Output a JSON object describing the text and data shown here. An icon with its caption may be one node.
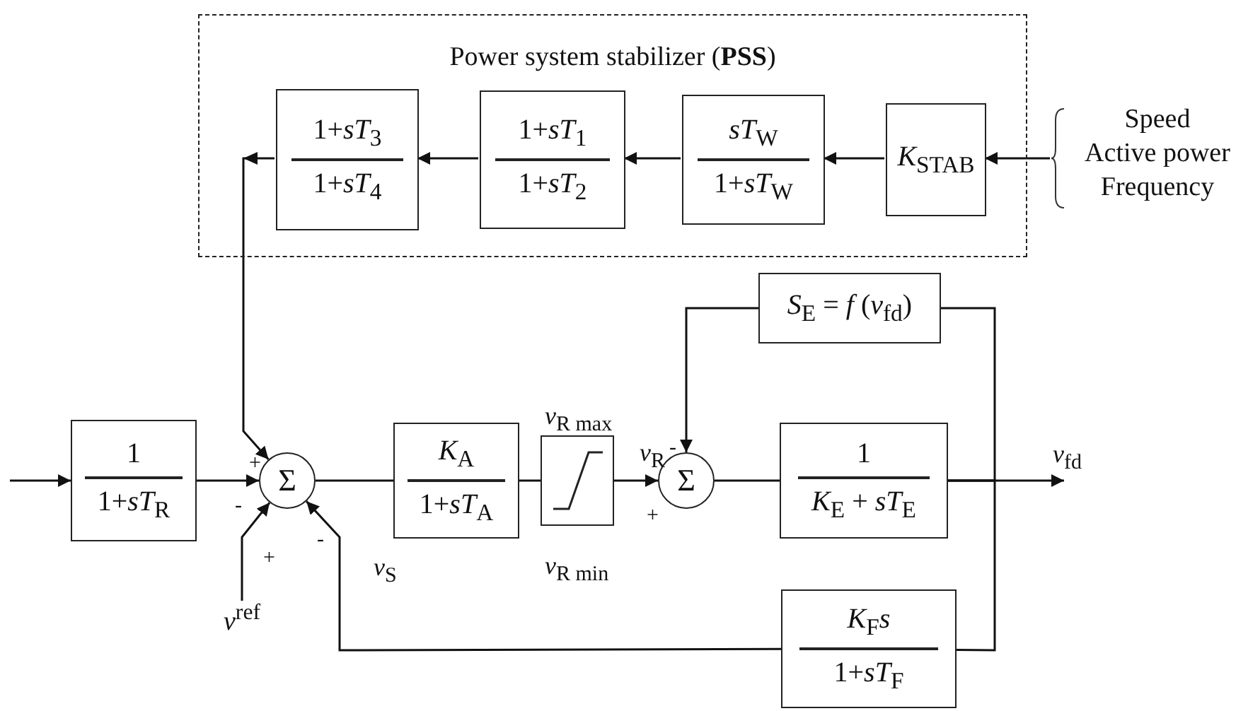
{
  "diagram": {
    "nodes": [
      {
        "text": [
          "Power system stabilizer (**PSS**)"
        ]
      },
      {
        "text": [
          "1+*sT*$_{3}$",
          "1+*sT*$_{4}$"
        ],
        "in": 0
      },
      {
        "text": [
          "1+*sT*$_{1}$",
          "1+*sT*$_{2}$"
        ],
        "in": 0
      },
      {
        "text": [
          "*sT*$_{W}$",
          "1+*sT*$_{W}$"
        ],
        "in": 0
      },
      {
        "text": [
          "*K*$_{STAB}$"
        ],
        "in": 0
      },
      {
        "text": [
          "Speed",
          "Active power",
          "Frequency"
        ]
      },
      {
        "text": [
          "1",
          "1+*sT*$_{R}$"
        ]
      },
      {
        "text": [
          "Σ"
        ]
      },
      {
        "text": [
          "*K*$_{A}$",
          "1+*sT*$_{A}$"
        ]
      },
      {
        "text": [],
        "shape": "box",
        "beside": [
          "*v*$_{R max}$",
          "*v*$_{R min}$"
        ]
      },
      {
        "text": [
          "Σ"
        ]
      },
      {
        "text": [
          "1",
          "*K*$_{E}$ + *sT*$_{E}$"
        ]
      },
      {
        "text": [
          "*S*$_{E}$ = *f* (*v*$_{fd}$)"
        ]
      },
      {
        "text": [
          "*K*$_{F}$*s*",
          "1+*sT*$_{F}$"
        ]
      },
      {
        "text": [
          "*v*$^{ref}$"
        ]
      }
    ],
    "edges": [
      {
        "from": null,
        "to": 6,
        "arrow": "to"
      },
      {
        "from": 6,
        "to": 7,
        "arrow": "to"
      },
      {
        "from": 5,
        "to": 4,
        "arrow": "to"
      },
      {
        "from": 4,
        "to": 3,
        "arrow": "to"
      },
      {
        "from": 3,
        "to": 2,
        "arrow": "to"
      },
      {
        "from": 2,
        "to": 1,
        "arrow": "to"
      },
      {
        "from": 1,
        "to": 7,
        "arrow": "to"
      },
      {
        "from": 14,
        "to": 7,
        "arrow": "to"
      },
      {
        "from": 7,
        "to": 8,
        "arrow": "none"
      },
      {
        "from": 8,
        "to": 9,
        "arrow": "none"
      },
      {
        "from": 9,
        "to": 10,
        "arrow": "to"
      },
      {
        "from": 10,
        "to": 11,
        "arrow": "none"
      },
      {
        "from": 11,
        "to": null,
        "arrow": "to",
        "label": "*v*$_{fd}$"
      },
      {
        "from": 11,
        "to": 12,
        "arrow": "none"
      },
      {
        "from": 12,
        "to": 10,
        "arrow": "to"
      },
      {
        "from": 11,
        "to": 13,
        "arrow": "none"
      },
      {
        "from": 13,
        "to": 7,
        "arrow": "to"
      }
    ],
    "labels": [
      "*v*$_{R}$",
      "-",
      "+",
      "-",
      "+",
      "-",
      "+",
      "*v*$_{S}$"
    ]
  }
}
